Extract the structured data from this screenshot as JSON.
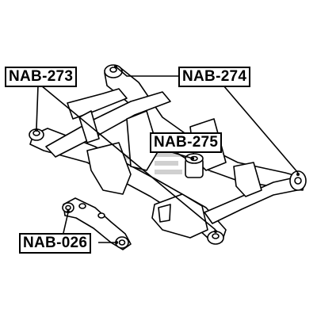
{
  "labels": {
    "nab_273": "NAB-273",
    "nab_274": "NAB-274",
    "nab_275": "NAB-275",
    "nab_026": "NAB-026"
  },
  "colors": {
    "line": "#000000",
    "background": "#ffffff",
    "watermark": "#d0d0d0"
  }
}
